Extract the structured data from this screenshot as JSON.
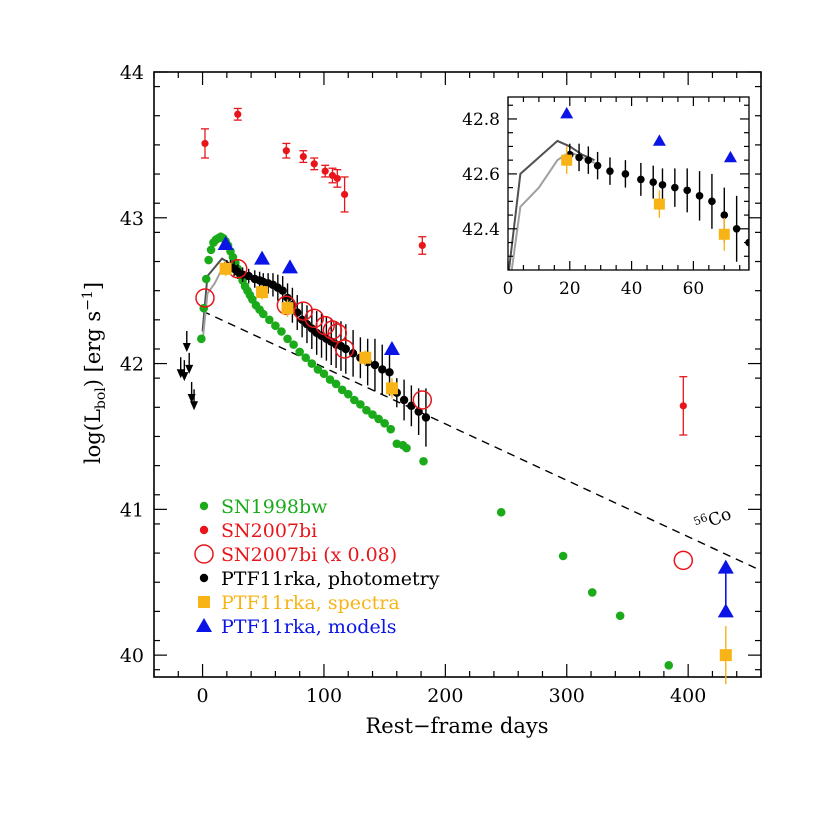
{
  "chart_data": [
    {
      "type": "scatter",
      "xlabel": "Rest−frame days",
      "ylabel_main": "log(L",
      "ylabel_sub": "bol",
      "ylabel_mid": ") [erg s",
      "ylabel_sup": "−1",
      "ylabel_end": "]",
      "xlim": [
        -40,
        460
      ],
      "ylim": [
        39.85,
        44
      ],
      "xticks": [
        0,
        100,
        200,
        300,
        400
      ],
      "xtick_labels": [
        "0",
        "100",
        "200",
        "300",
        "400"
      ],
      "yticks": [
        40,
        41,
        42,
        43,
        44
      ],
      "ytick_labels": [
        "40",
        "41",
        "42",
        "43",
        "44"
      ],
      "legend_position": "bottom-left",
      "annotation": {
        "sup": "56",
        "text": "Co"
      },
      "colors": {
        "sn1998bw": "#1aaa1a",
        "sn2007bi": "#e8161b",
        "photometry": "#000000",
        "spectra": "#f8b417",
        "models": "#0a14e6",
        "model_curve_dark": "#505050",
        "model_curve_light": "#a0a0a0"
      },
      "series": [
        {
          "name": "SN1998bw",
          "marker": "small-dot",
          "x": [
            -1,
            1,
            3,
            5,
            7,
            9,
            11,
            13,
            15,
            17,
            19,
            21,
            23,
            25,
            27,
            29,
            31,
            33,
            35,
            37,
            39,
            41,
            44,
            47,
            50,
            55,
            60,
            65,
            70,
            75,
            80,
            85,
            90,
            95,
            100,
            105,
            110,
            115,
            120,
            125,
            130,
            135,
            140,
            145,
            150,
            155,
            160,
            165,
            168,
            182,
            246,
            297,
            321,
            344,
            384
          ],
          "y": [
            42.17,
            42.38,
            42.58,
            42.71,
            42.78,
            42.83,
            42.85,
            42.86,
            42.87,
            42.86,
            42.84,
            42.81,
            42.77,
            42.73,
            42.69,
            42.65,
            42.61,
            42.57,
            42.53,
            42.5,
            42.47,
            42.44,
            42.4,
            42.37,
            42.34,
            42.3,
            42.26,
            42.22,
            42.17,
            42.13,
            42.08,
            42.04,
            42.0,
            41.96,
            41.93,
            41.89,
            41.86,
            41.82,
            41.79,
            41.75,
            41.72,
            41.68,
            41.65,
            41.62,
            41.59,
            41.55,
            41.45,
            41.44,
            41.42,
            41.33,
            40.98,
            40.68,
            40.43,
            40.27,
            39.93
          ]
        },
        {
          "name": "SN2007bi",
          "marker": "dot-errorbar",
          "x": [
            2,
            29,
            69,
            83,
            92,
            101,
            107,
            111,
            117,
            181,
            396
          ],
          "y": [
            43.51,
            43.71,
            43.46,
            43.42,
            43.37,
            43.32,
            43.29,
            43.27,
            43.16,
            42.81,
            41.71
          ],
          "yerr": [
            0.1,
            0.04,
            0.05,
            0.04,
            0.04,
            0.04,
            0.05,
            0.06,
            0.12,
            0.06,
            0.2
          ]
        },
        {
          "name": "SN2007bi (x 0.08)",
          "marker": "open-circle",
          "x": [
            2,
            29,
            69,
            83,
            92,
            101,
            107,
            111,
            117,
            181,
            396
          ],
          "y": [
            42.45,
            42.65,
            42.4,
            42.36,
            42.31,
            42.26,
            42.23,
            42.21,
            42.1,
            41.75,
            40.65
          ]
        },
        {
          "name": "PTF11rka, photometry",
          "marker": "dot-errorbar",
          "x": [
            20,
            23,
            26,
            29,
            33,
            38,
            43,
            47,
            50,
            54,
            58,
            62,
            66,
            70,
            74,
            78,
            82,
            86,
            90,
            94,
            98,
            102,
            106,
            110,
            114,
            118,
            124,
            130,
            136,
            142,
            148,
            154,
            160,
            166,
            172,
            178,
            184
          ],
          "y": [
            42.67,
            42.66,
            42.65,
            42.63,
            42.61,
            42.6,
            42.58,
            42.57,
            42.56,
            42.55,
            42.54,
            42.52,
            42.5,
            42.45,
            42.4,
            42.35,
            42.3,
            42.27,
            42.24,
            42.21,
            42.19,
            42.17,
            42.15,
            42.13,
            42.12,
            42.1,
            42.07,
            42.04,
            42.01,
            41.99,
            41.96,
            41.94,
            41.8,
            41.75,
            41.71,
            41.67,
            41.63
          ],
          "yerr": [
            0.04,
            0.05,
            0.05,
            0.05,
            0.05,
            0.05,
            0.06,
            0.06,
            0.06,
            0.07,
            0.08,
            0.09,
            0.1,
            0.1,
            0.12,
            0.12,
            0.12,
            0.13,
            0.14,
            0.15,
            0.15,
            0.15,
            0.16,
            0.16,
            0.17,
            0.17,
            0.16,
            0.14,
            0.16,
            0.18,
            0.17,
            0.16,
            0.1,
            0.14,
            0.14,
            0.16,
            0.2
          ]
        },
        {
          "name": "PTF11rka, spectra",
          "marker": "filled-square",
          "x": [
            19,
            49,
            70,
            134,
            156,
            431
          ],
          "y": [
            42.65,
            42.49,
            42.38,
            42.04,
            41.83,
            40.0
          ],
          "yerr": [
            0.05,
            0.05,
            0.06,
            0.05,
            0.07,
            0.2
          ]
        },
        {
          "name": "PTF11rka, models",
          "marker": "filled-triangle",
          "x": [
            19,
            49,
            72,
            156,
            431,
            431
          ],
          "y": [
            42.82,
            42.72,
            42.66,
            42.1,
            40.6,
            40.3
          ]
        }
      ],
      "upper_limits": {
        "x": [
          -18,
          -15,
          -13,
          -11,
          -9,
          -7
        ],
        "y": [
          41.92,
          41.9,
          42.1,
          41.95,
          41.75,
          41.7
        ]
      },
      "model_curves": [
        {
          "x": [
            0,
            4,
            10,
            16,
            20,
            24,
            28
          ],
          "y": [
            42.22,
            42.6,
            42.66,
            42.72,
            42.7,
            42.67,
            42.65
          ]
        },
        {
          "x": [
            0,
            4,
            10,
            16,
            20,
            24,
            28
          ],
          "y": [
            42.15,
            42.48,
            42.55,
            42.65,
            42.68,
            42.66,
            42.64
          ]
        }
      ],
      "co56_line": {
        "x": [
          0,
          460
        ],
        "y": [
          42.36,
          40.58
        ]
      }
    },
    {
      "type": "scatter",
      "inset": true,
      "xlim": [
        0,
        78
      ],
      "ylim": [
        42.25,
        42.88
      ],
      "xticks": [
        0,
        20,
        40,
        60
      ],
      "xtick_labels": [
        "0",
        "20",
        "40",
        "60"
      ],
      "yticks": [
        42.4,
        42.6,
        42.8
      ],
      "ytick_labels": [
        "42.4",
        "42.6",
        "42.8"
      ]
    }
  ]
}
